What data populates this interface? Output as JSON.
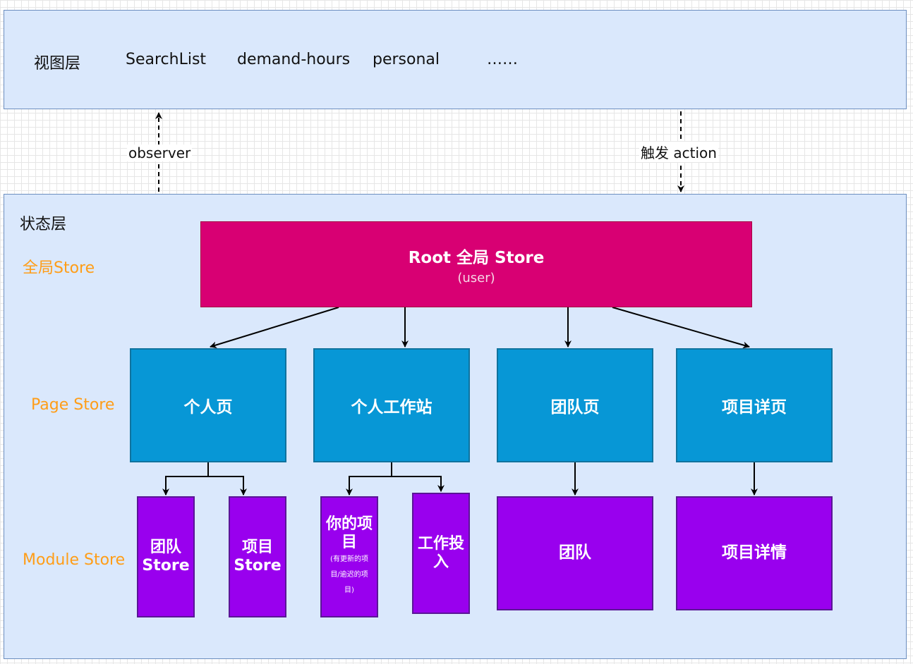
{
  "view_layer": {
    "title": "视图层",
    "items": [
      "SearchList",
      "demand-hours",
      "personal",
      "……"
    ]
  },
  "connectors": {
    "observer": "observer",
    "trigger": "触发 action"
  },
  "state_layer": {
    "title": "状态层",
    "tiers": {
      "global": "全局Store",
      "page": "Page Store",
      "module": "Module Store"
    }
  },
  "root_store": {
    "title": "Root 全局 Store",
    "subtitle": "(user)"
  },
  "page_stores": [
    "个人页",
    "个人工作站",
    "团队页",
    "项目详页"
  ],
  "module_stores": {
    "team_store": "团队\nStore",
    "project_store": "项目\nStore",
    "your_projects": "你的项\n目",
    "your_projects_note": "(有更新的项\n目/逾迟的项\n目)",
    "work_input": "工作投\n入",
    "team": "团队",
    "project_detail": "项目详情"
  },
  "colors": {
    "layer_fill": "#dae8fc",
    "root_fill": "#d80073",
    "page_fill": "#0797d6",
    "module_fill": "#9900ee",
    "tier_label": "#ff9d17"
  }
}
